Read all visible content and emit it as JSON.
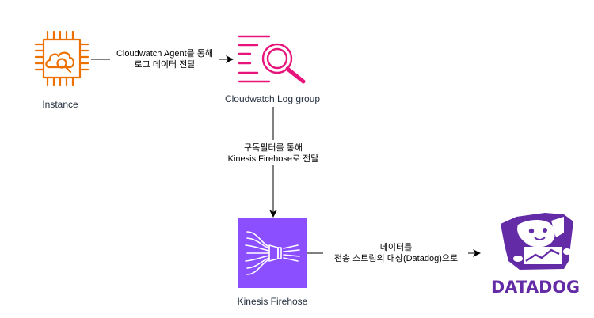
{
  "nodes": {
    "instance": {
      "label": "Instance"
    },
    "log_group": {
      "label": "Cloudwatch Log group"
    },
    "firehose": {
      "label": "Kinesis Firehose"
    },
    "datadog": {
      "wordmark": "DATADOG"
    }
  },
  "edges": {
    "instance_to_log": {
      "line1": "Cloudwatch Agent를 통해",
      "line2": "로그 데이터 전달"
    },
    "log_to_firehose": {
      "line1": "구독필터를 통해",
      "line2": "Kinesis Firehose로 전달"
    },
    "firehose_to_datadog": {
      "line1": "데이터를",
      "line2": "전송 스트림의 대상(Datadog)으로"
    }
  },
  "colors": {
    "compute_orange": "#ED7100",
    "cloudwatch_pink": "#E7157B",
    "kinesis_purple": "#8C4FFF",
    "datadog_purple": "#632CA6",
    "edge": "#000000",
    "label_text": "#232F3E"
  }
}
